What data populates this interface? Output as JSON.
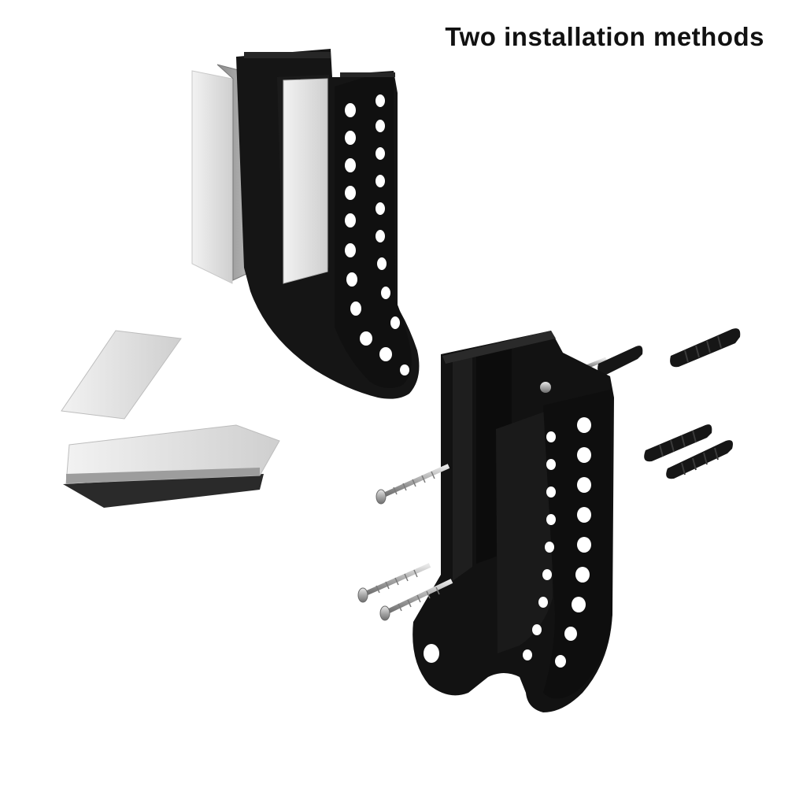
{
  "headline": "Two installation methods",
  "colors": {
    "bracket": "#141414",
    "bracket_edge": "#2b2b2b",
    "hole": "#ffffff",
    "tape_front": "#e2e2e2",
    "tape_back": "#9a9a9a",
    "screw": "#c9c9c9",
    "anchor": "#161616"
  },
  "illustrations": [
    {
      "name": "adhesive-mount",
      "icon": "bracket-with-tape-icon"
    },
    {
      "name": "screw-mount",
      "icon": "bracket-with-screws-icon"
    }
  ]
}
